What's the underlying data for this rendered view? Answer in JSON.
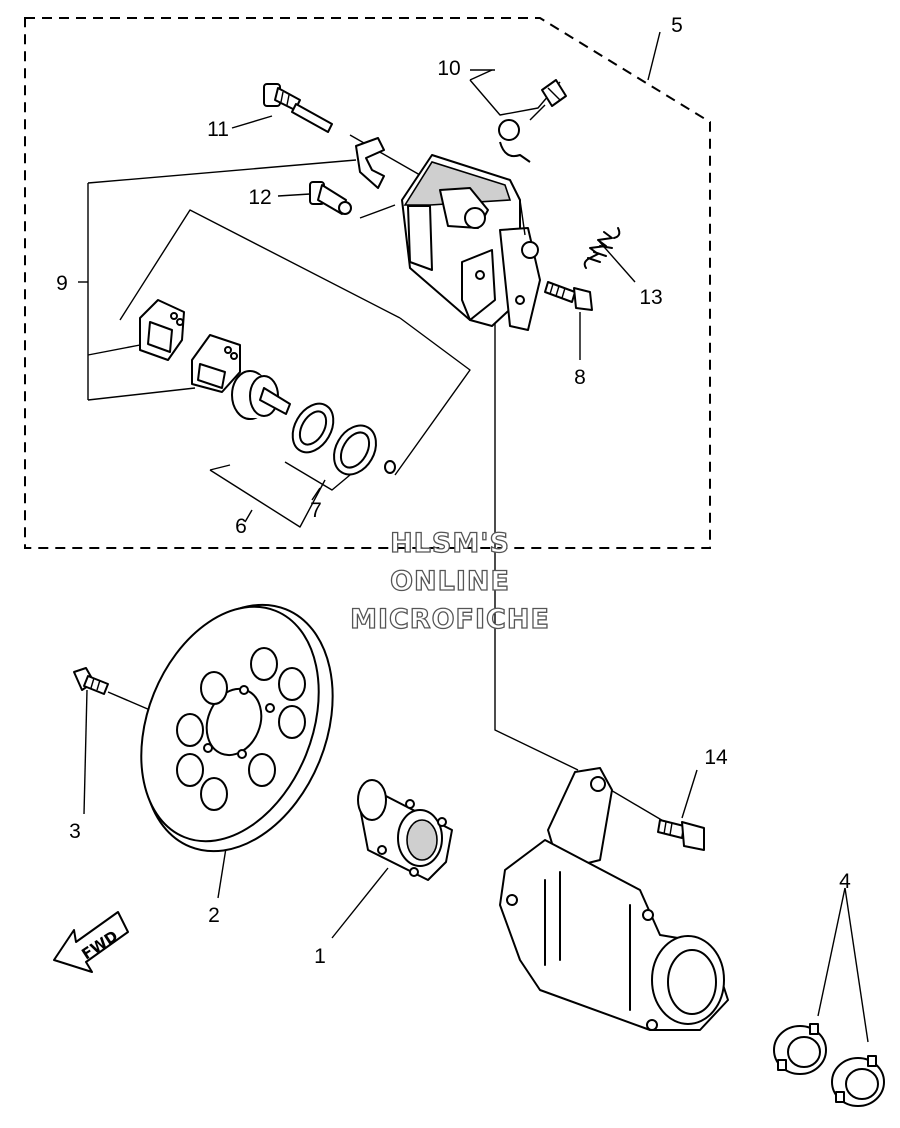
{
  "diagram": {
    "callouts": {
      "c1": "1",
      "c2": "2",
      "c3": "3",
      "c4": "4",
      "c5": "5",
      "c6": "6",
      "c7": "7",
      "c8": "8",
      "c9": "9",
      "c10": "10",
      "c11": "11",
      "c12": "12",
      "c13": "13",
      "c14": "14"
    },
    "watermark": {
      "line1": "HLSM'S",
      "line2": "ONLINE",
      "line3": "MICROFICHE"
    },
    "direction_arrow": {
      "label": "FWD",
      "icon": "direction-arrow-icon"
    }
  }
}
